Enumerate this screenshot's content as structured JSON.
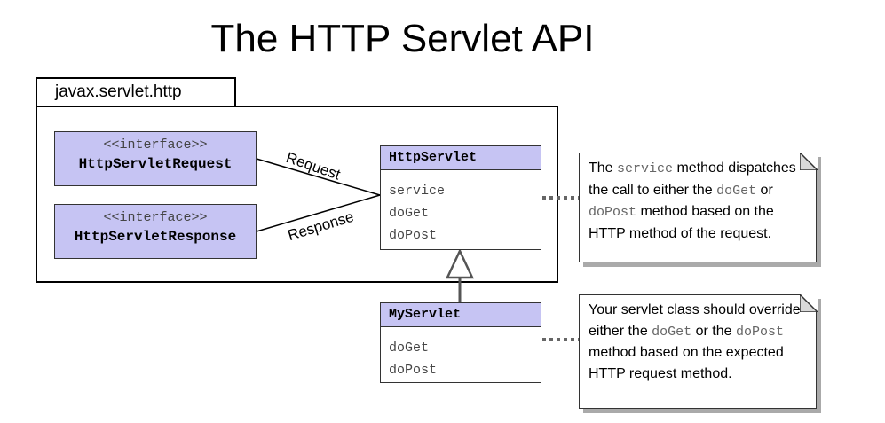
{
  "title": "The HTTP Servlet API",
  "package": {
    "name": "javax.servlet.http"
  },
  "request_interface": {
    "stereotype": "<<interface>>",
    "name": "HttpServletRequest"
  },
  "response_interface": {
    "stereotype": "<<interface>>",
    "name": "HttpServletResponse"
  },
  "http_servlet": {
    "name": "HttpServlet",
    "operations": [
      "service",
      "doGet",
      "doPost"
    ]
  },
  "my_servlet": {
    "name": "MyServlet",
    "operations": [
      "doGet",
      "doPost"
    ]
  },
  "associations": {
    "request_label": "Request",
    "response_label": "Response"
  },
  "note_service": {
    "t1": "The ",
    "c1": "service",
    "t2": " method dispatches the call to either the ",
    "c2": "doGet",
    "t3": " or ",
    "c3": "doPost",
    "t4": " method based on the HTTP method of the request."
  },
  "note_override": {
    "t1": "Your servlet class should override either the ",
    "c1": "doGet",
    "t2": " or the ",
    "c2": "doPost",
    "t3": " method based on the expected HTTP request method."
  },
  "colors": {
    "class_header": "#c6c4f3",
    "connector_dots": "#666666"
  }
}
